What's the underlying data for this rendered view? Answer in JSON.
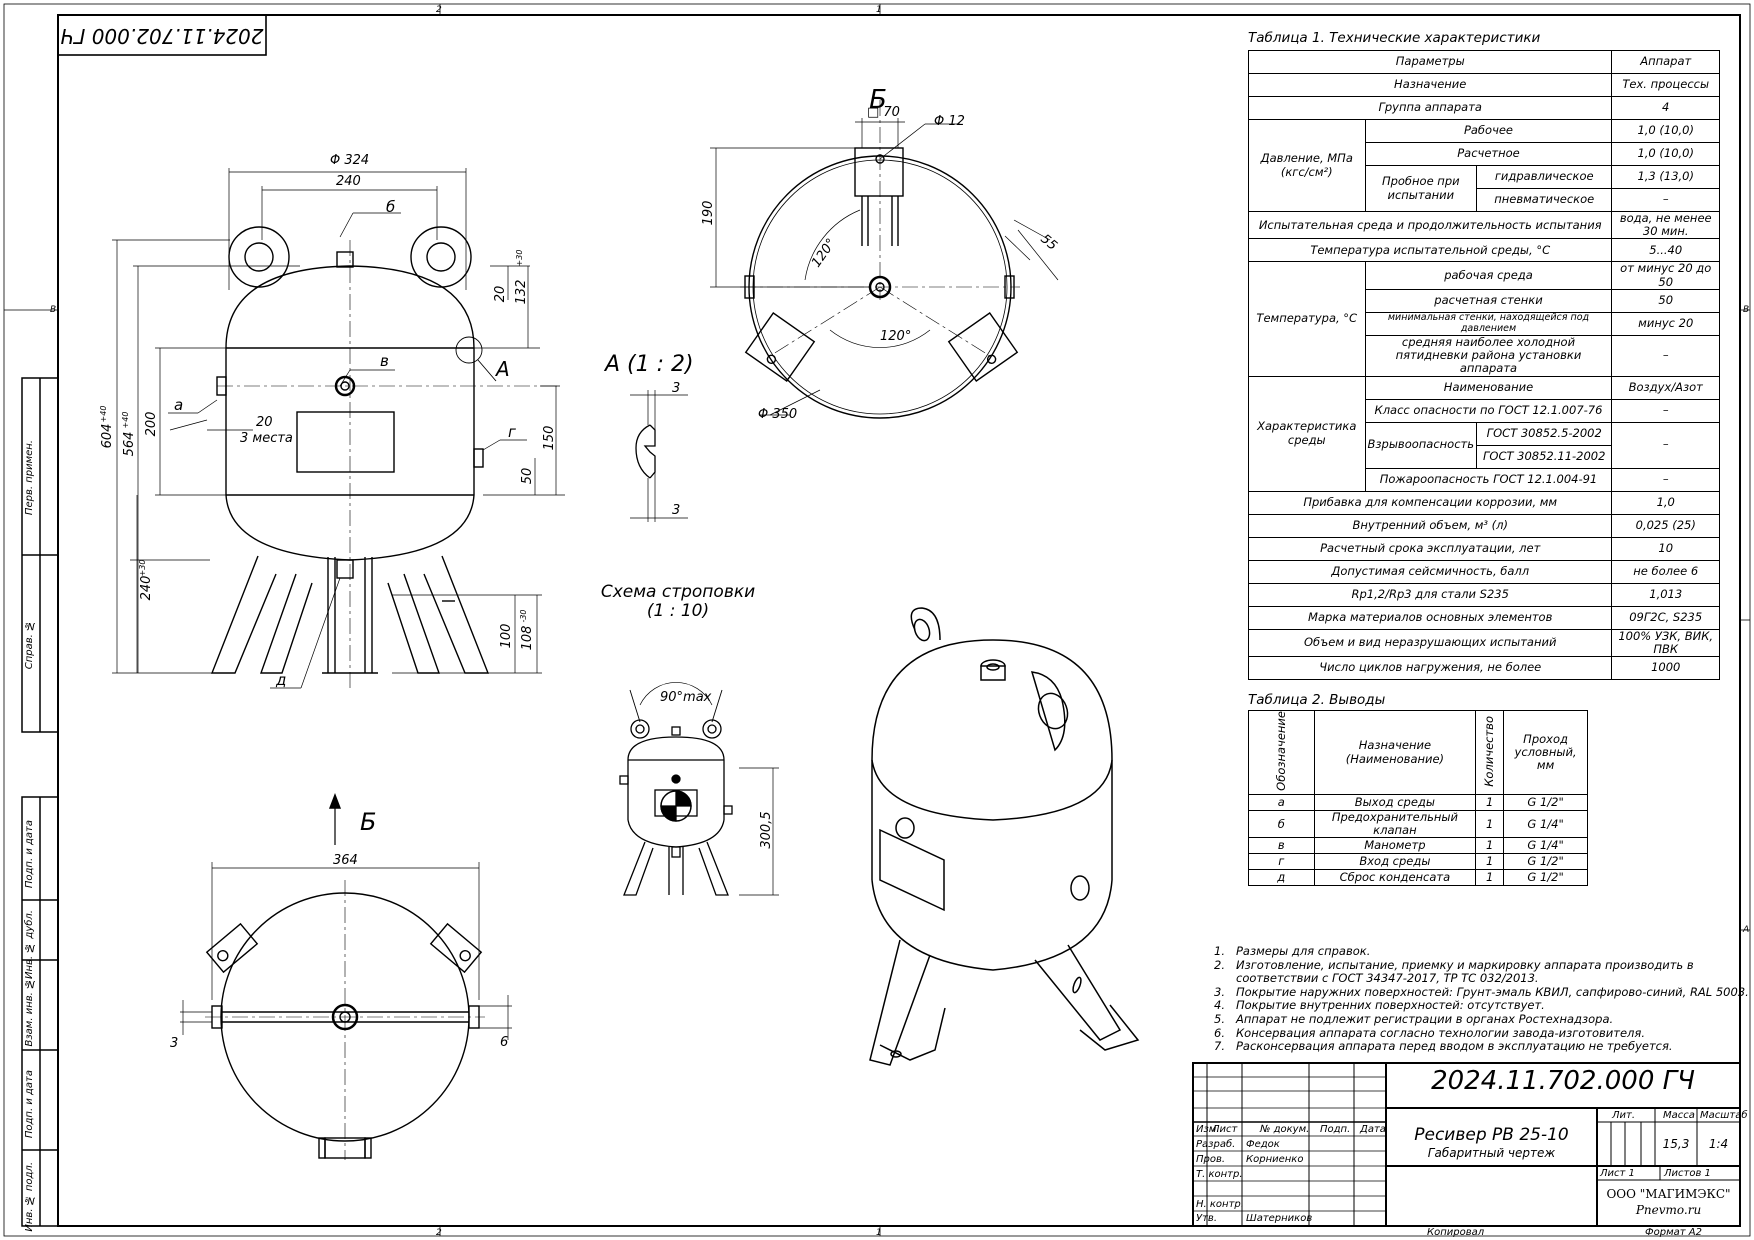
{
  "stamp_top": "2024.11.702.000 ГЧ",
  "zone_marks": {
    "top_left": "2",
    "top_right": "1",
    "bottom_left": "2",
    "bottom_right": "1",
    "left_b": "В",
    "right_b": "В",
    "right_a": "А"
  },
  "views": {
    "section_b_title": "Б",
    "detail_a_title": "А (1 : 2)",
    "sling_title_1": "Схема строповки",
    "sling_title_2": "(1 : 10)",
    "bottom_arrow_label": "Б",
    "detail_callout": "А"
  },
  "dims_front": {
    "d324": "Φ 324",
    "d240": "240",
    "b": "б",
    "v": "в",
    "a": "а",
    "g": "г",
    "d": "д",
    "d20a": "20",
    "d132": "132",
    "d132_tol": "+30",
    "d604": "604",
    "d604_tol": "+40",
    "d564": "564",
    "d564_tol": "+40",
    "d200": "200",
    "d20b": "20",
    "d3places": "3 места",
    "d150": "150",
    "d50": "50",
    "d240b": "240",
    "d240b_tol": "+30",
    "d100": "100",
    "d108": "108",
    "d108_tol": "-30"
  },
  "dims_top": {
    "sq70": "□ 70",
    "d12": "Φ 12",
    "d190": "190",
    "d120a": "120°",
    "d120b": "120°",
    "d55": "55",
    "d350": "Φ 350"
  },
  "dims_detail": {
    "t1": "3",
    "t2": "3"
  },
  "dims_sling": {
    "angle": "90°max",
    "h": "300,5"
  },
  "dims_bottom": {
    "d364": "364",
    "d3": "3",
    "d6": "6"
  },
  "table1": {
    "caption": "Таблица 1. Технические характеристики",
    "header": [
      "Параметры",
      "Аппарат"
    ],
    "purpose": [
      "Назначение",
      "Тех. процессы"
    ],
    "group": [
      "Группа аппарата",
      "4"
    ],
    "pressure_label": "Давление, МПа (кгс/см²)",
    "p_work": [
      "Рабочее",
      "1,0 (10,0)"
    ],
    "p_calc": [
      "Расчетное",
      "1,0 (10,0)"
    ],
    "p_test_label": "Пробное при испытании",
    "p_hydro": [
      "гидравлическое",
      "1,3 (13,0)"
    ],
    "p_pneumo": [
      "пневматическое",
      "–"
    ],
    "test_medium": [
      "Испытательная среда и продолжительность испытания",
      "вода, не менее 30 мин."
    ],
    "test_temp": [
      "Температура испытательной среды, °С",
      "5...40"
    ],
    "temp_label": "Температура, °С",
    "t_work": [
      "рабочая среда",
      "от минус 20 до 50"
    ],
    "t_wall": [
      "расчетная стенки",
      "50"
    ],
    "t_min": [
      "минимальная стенки, находящейся под давлением",
      "минус 20"
    ],
    "t_cold": [
      "средняя наиболее холодной пятидневки района установки аппарата",
      "–"
    ],
    "medium_label": "Характеристика среды",
    "m_name": [
      "Наименование",
      "Воздух/Азот"
    ],
    "m_class": [
      "Класс опасности по ГОСТ 12.1.007-76",
      "–"
    ],
    "m_explosive_label": "Взрывоопасность",
    "m_gost1": "ГОСТ 30852.5-2002",
    "m_gost2": "ГОСТ 30852.11-2002",
    "m_explosive_val": "–",
    "m_fire": [
      "Пожароопасность ГОСТ 12.1.004-91",
      "–"
    ],
    "corrosion": [
      "Прибавка для компенсации коррозии, мм",
      "1,0"
    ],
    "volume": [
      "Внутренний объем, м³ (л)",
      "0,025 (25)"
    ],
    "lifetime": [
      "Расчетный срока эксплуатации, лет",
      "10"
    ],
    "seismic": [
      "Допустимая сейсмичность, балл",
      "не более 6"
    ],
    "steel": [
      "Rp1,2/Rp3 для стали S235",
      "1,013"
    ],
    "materials": [
      "Марка материалов основных элементов",
      "09Г2С, S235"
    ],
    "ndt": [
      "Объем и вид неразрушающих испытаний",
      "100% УЗК, ВИК, ПВК"
    ],
    "cycles": [
      "Число циклов нагружения, не более",
      "1000"
    ]
  },
  "table2": {
    "caption": "Таблица 2. Выводы",
    "headers": [
      "Обозначение",
      "Назначение (Наименование)",
      "Количество",
      "Проход условный, мм"
    ],
    "rows": [
      [
        "а",
        "Выход среды",
        "1",
        "G 1/2\""
      ],
      [
        "б",
        "Предохранительный клапан",
        "1",
        "G 1/4\""
      ],
      [
        "в",
        "Манометр",
        "1",
        "G 1/4\""
      ],
      [
        "г",
        "Вход среды",
        "1",
        "G 1/2\""
      ],
      [
        "д",
        "Сброс конденсата",
        "1",
        "G 1/2\""
      ]
    ]
  },
  "notes": [
    [
      "1.",
      "Размеры для справок."
    ],
    [
      "2.",
      "Изготовление, испытание, приемку и маркировку аппарата производить в"
    ],
    [
      "",
      "соответствии с ГОСТ 34347-2017, ТР ТС 032/2013."
    ],
    [
      "3.",
      "Покрытие наружних поверхностей: Грунт-эмаль КВИЛ, сапфирово-синий, RAL 5003."
    ],
    [
      "4.",
      "Покрытие внутренних поверхностей: отсутствует."
    ],
    [
      "5.",
      "Аппарат не подлежит регистрации в органах Ростехнадзора."
    ],
    [
      "6.",
      "Консервация аппарата согласно технологии завода-изготовителя."
    ],
    [
      "7.",
      "Расконсервация аппарата перед вводом в эксплуатацию не требуется."
    ]
  ],
  "title_block": {
    "designation": "2024.11.702.000 ГЧ",
    "name": "Ресивер РВ 25-10",
    "doc_type": "Габаритный чертеж",
    "col_izm": "Изм.",
    "col_list": "Лист",
    "col_ndoc": "№ докум.",
    "col_podp": "Подп.",
    "col_date": "Дата",
    "razrab": "Разраб.",
    "razrab_name": "Федок",
    "prov": "Пров.",
    "prov_name": "Корниенко",
    "tkontr": "Т. контр.",
    "nkontr": "Н. контр.",
    "utv": "Утв.",
    "utv_name": "Шатерников",
    "lit": "Лит.",
    "massa": "Масса",
    "masshtab": "Масштаб",
    "massa_val": "15,3",
    "masshtab_val": "1:4",
    "sheet": "Лист 1",
    "sheets": "Листов 1",
    "company": "ООО \"МАГИМЭКС\"",
    "site": "Pnevmo.ru",
    "copied": "Копировал",
    "format": "Формат А2"
  },
  "side_cells": [
    "Перв. примен.",
    "Справ. №",
    "Подп. и дата",
    "Инв. № дубл.",
    "Взам. инв. №",
    "Подп. и дата",
    "Инв. № подл."
  ]
}
